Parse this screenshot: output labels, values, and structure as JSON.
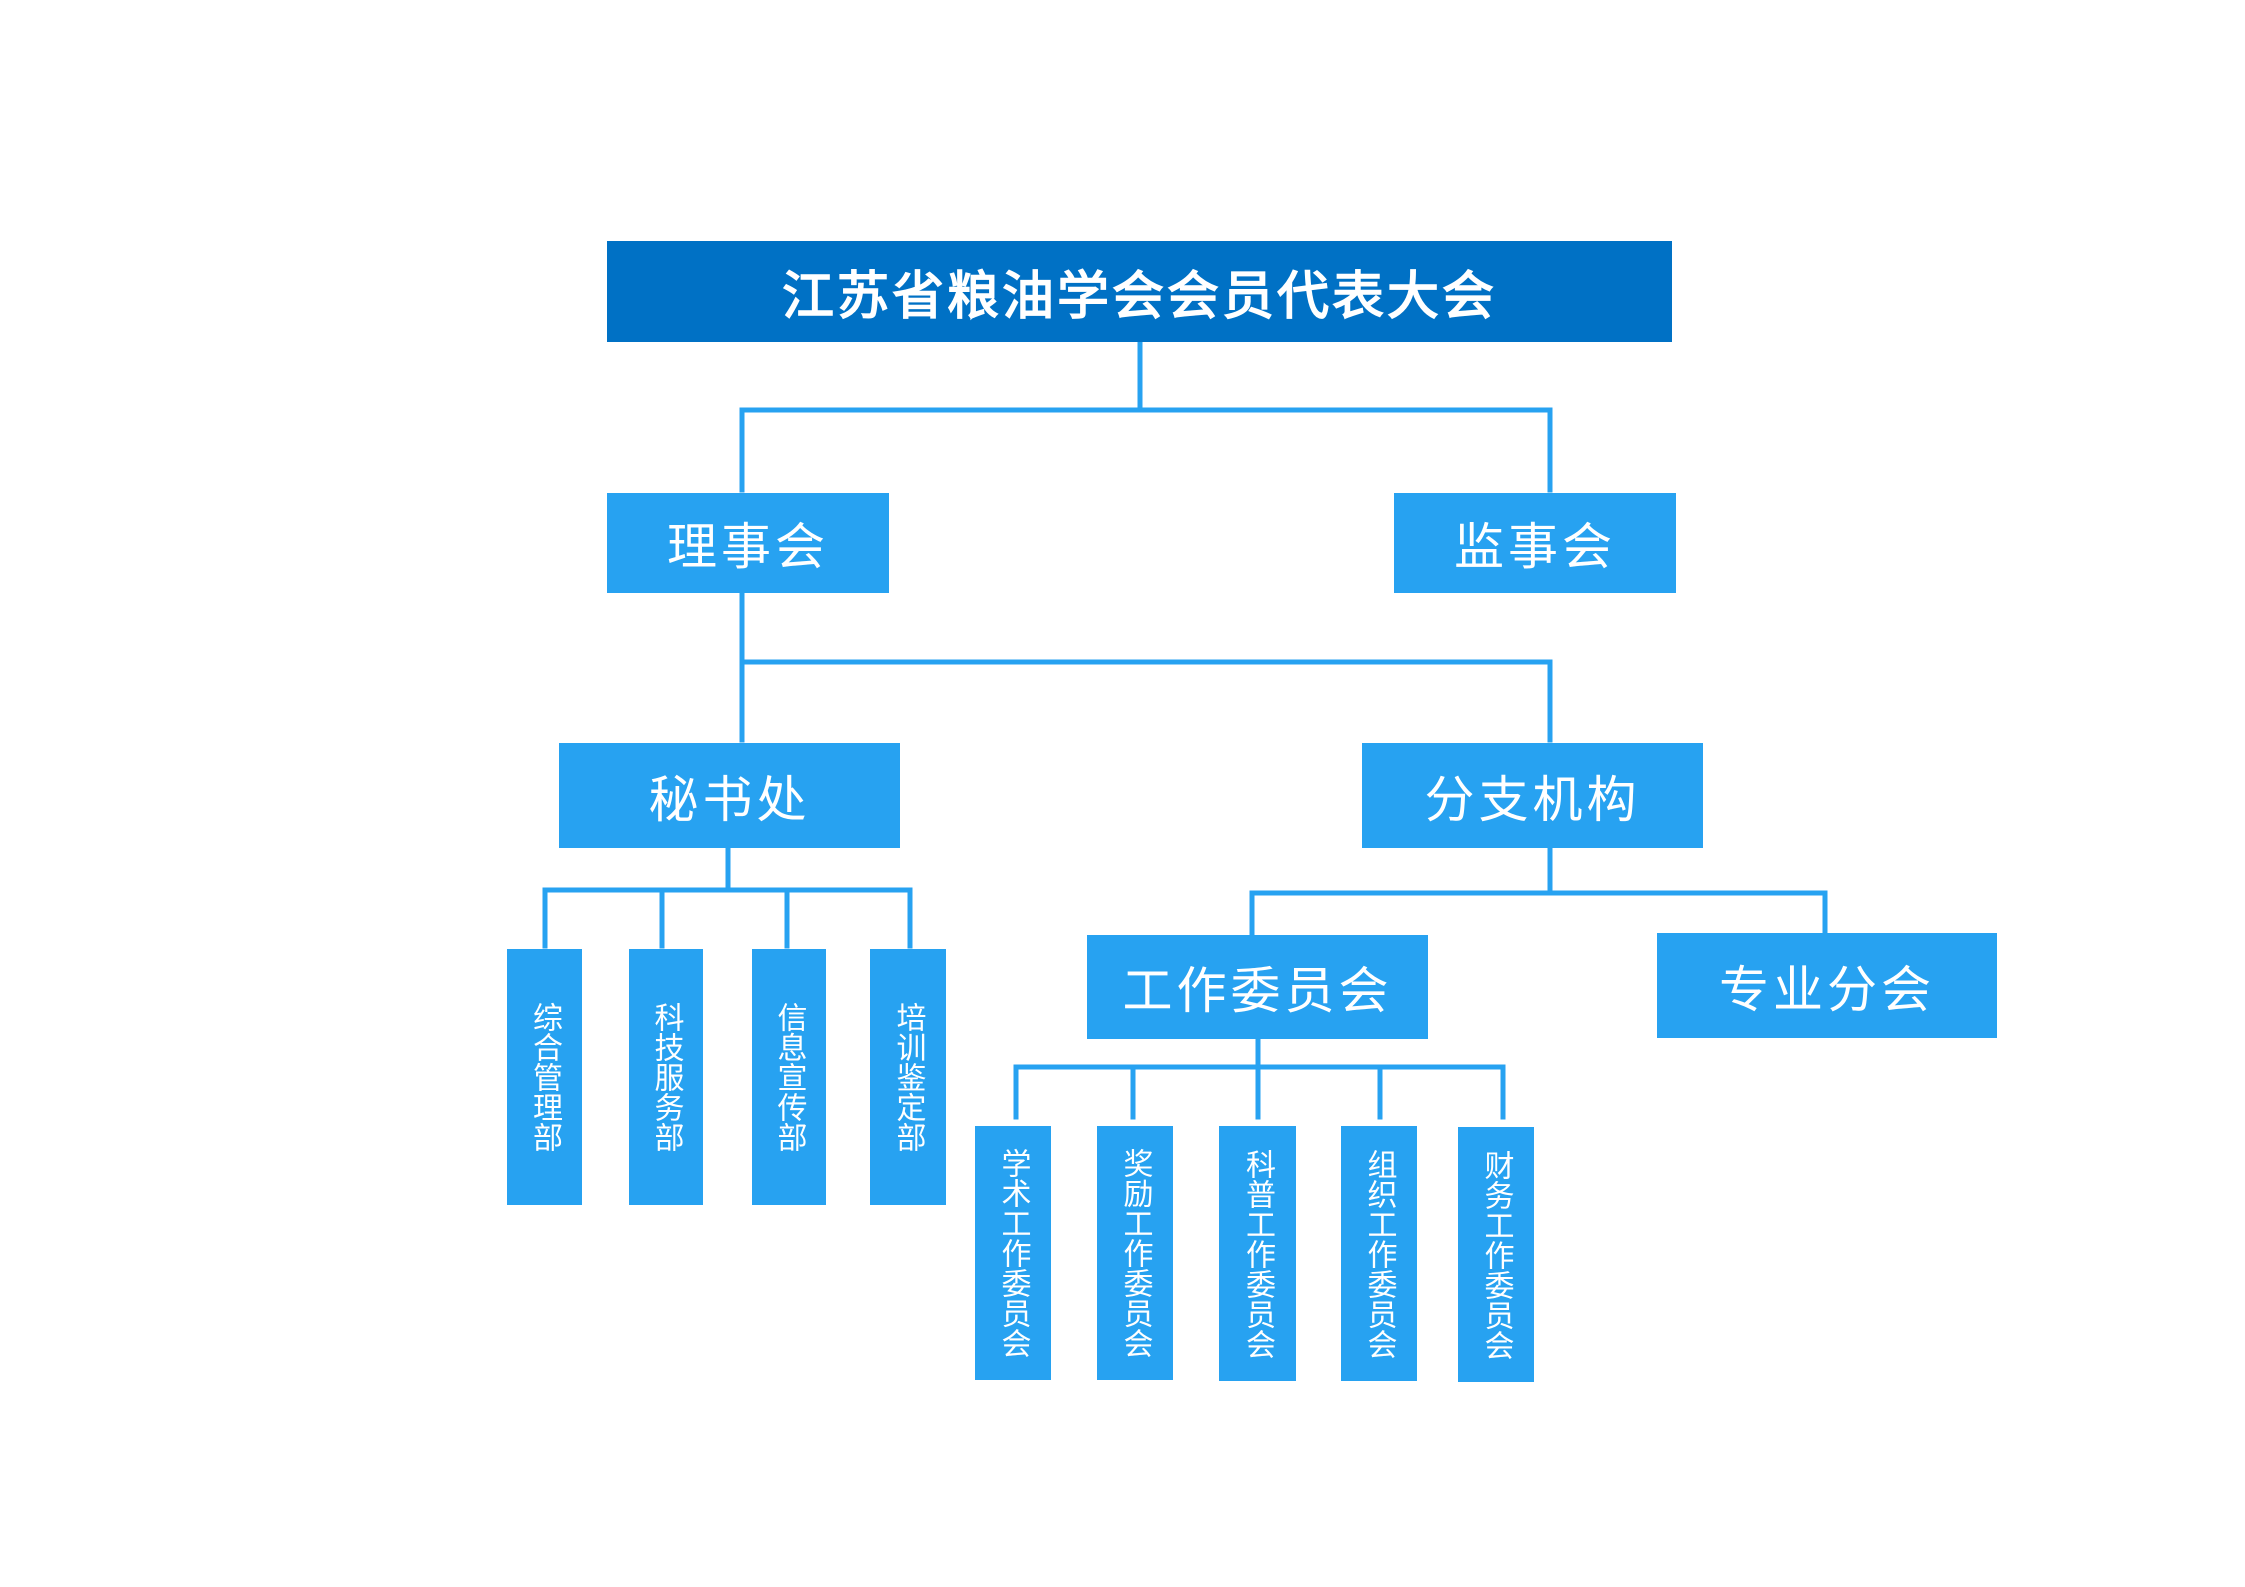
{
  "colors": {
    "top_box": "#0071c5",
    "box": "#27a2f1",
    "line": "#27a2f1",
    "text": "#ffffff"
  },
  "root": {
    "label": "江苏省粮油学会会员代表大会"
  },
  "level2": {
    "council": "理事会",
    "supervisory": "监事会"
  },
  "level3": {
    "secretariat": "秘书处",
    "branches": "分支机构"
  },
  "secretariat_depts": [
    "综合管理部",
    "科技服务部",
    "信息宣传部",
    "培训鉴定部"
  ],
  "branch_units": {
    "work_committees": "工作委员会",
    "professional_branches": "专业分会"
  },
  "committees": [
    "学术工作委员会",
    "奖励工作委员会",
    "科普工作委员会",
    "组织工作委员会",
    "财务工作委员会"
  ]
}
